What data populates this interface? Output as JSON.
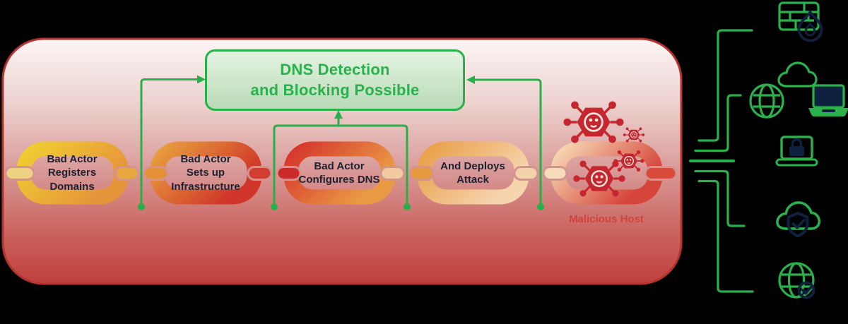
{
  "detection": {
    "label": "DNS Detection\nand Blocking Possible"
  },
  "chain": {
    "links": [
      {
        "label": "Bad Actor\nRegisters\nDomains"
      },
      {
        "label": "Bad Actor\nSets up\nInfrastructure"
      },
      {
        "label": "Bad Actor\nConfigures DNS"
      },
      {
        "label": "And Deploys\nAttack"
      },
      {
        "label": "Malicious Host"
      }
    ],
    "break_point_count": 4
  },
  "right_panel": {
    "icons": [
      {
        "name": "firewall-flame-icon"
      },
      {
        "name": "globe-icon"
      },
      {
        "name": "cloud-icon"
      },
      {
        "name": "laptop-icon"
      },
      {
        "name": "laptop-lock-icon"
      },
      {
        "name": "cloud-shield-check-icon"
      },
      {
        "name": "globe-check-icon"
      }
    ]
  },
  "malware": {
    "icon": "malware-bug-icon",
    "count": 4
  },
  "colors": {
    "accent_green": "#2ab14b",
    "navy": "#0e2240",
    "malware_red": "#c5262f",
    "container_border": "#b5342f",
    "container_top": "#fbf6f5",
    "container_bottom": "#bf403d",
    "host_label_red": "#d0423e",
    "link_gold": "#f0ce32",
    "link_orange": "#e89f3e",
    "link_red": "#d5342b",
    "link_cream": "#f5d4ae"
  }
}
